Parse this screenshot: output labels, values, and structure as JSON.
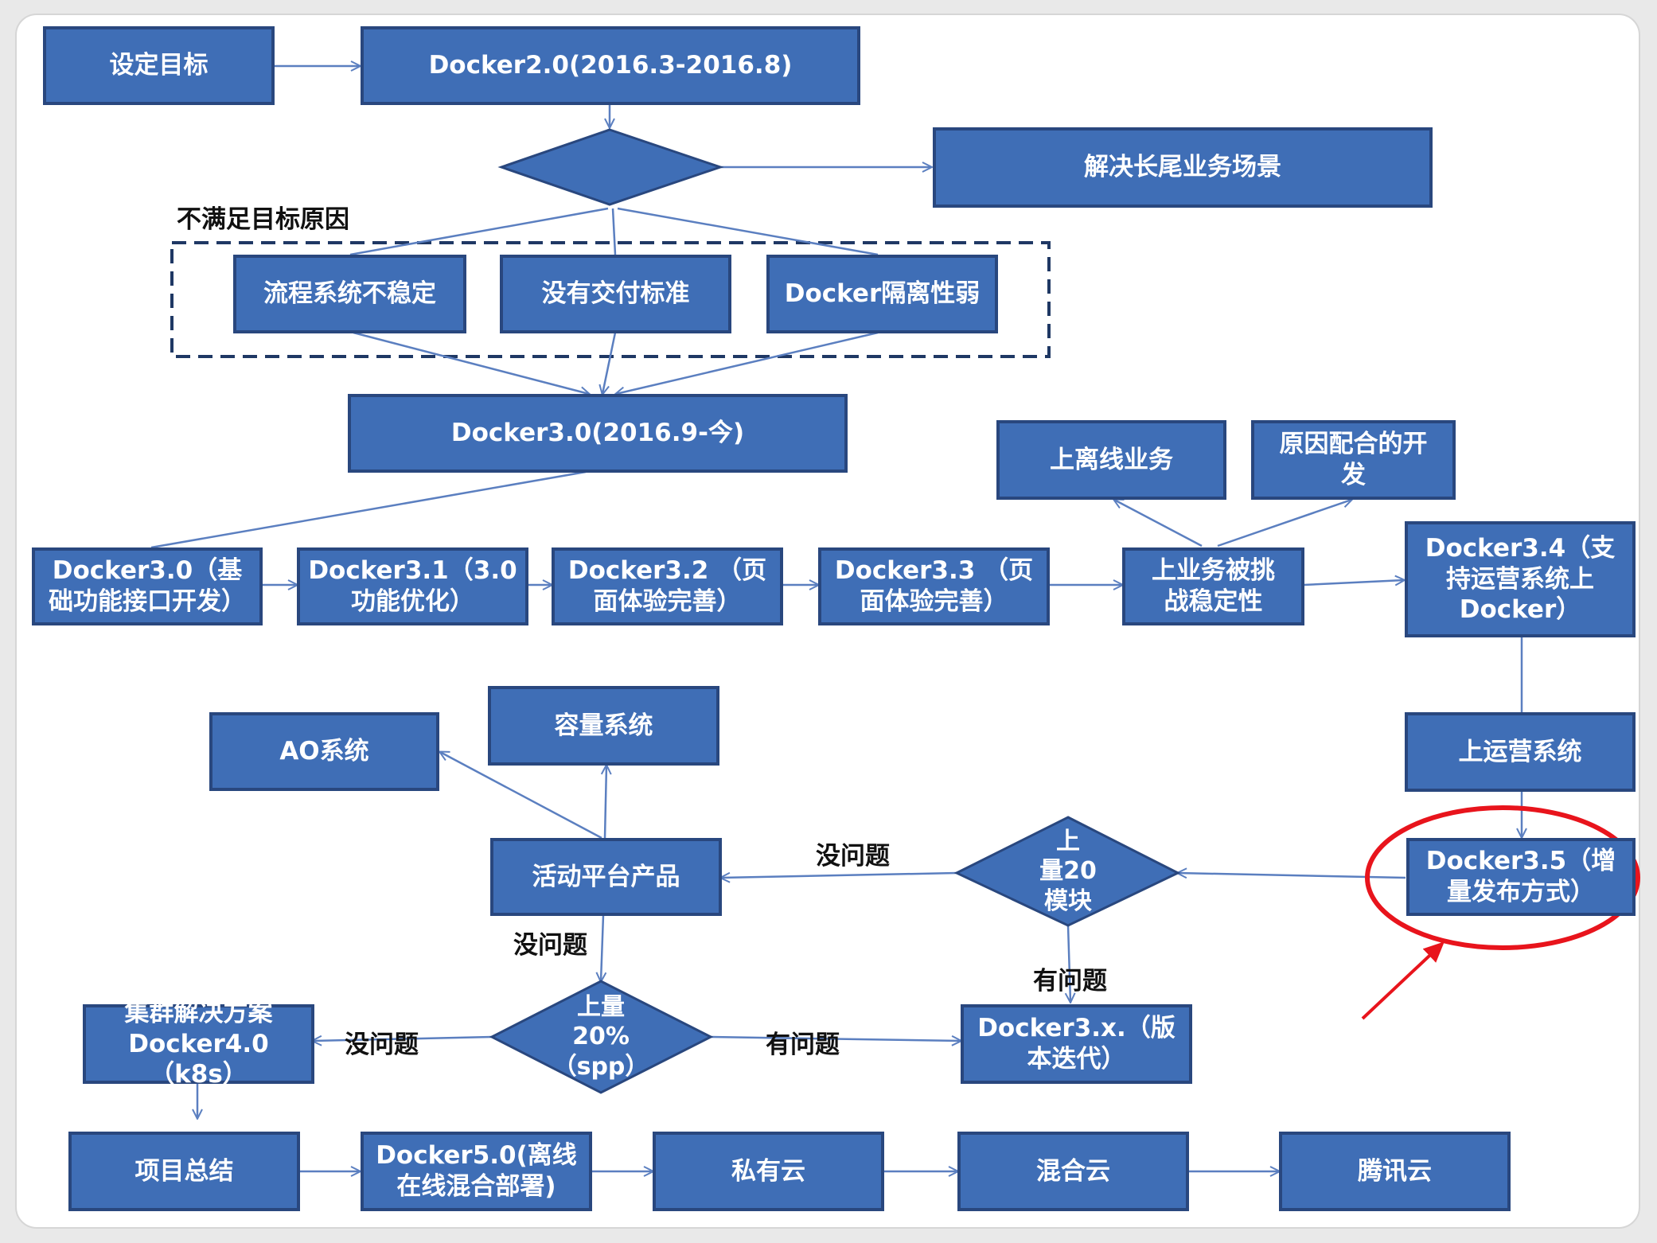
{
  "colors": {
    "box_fill": "#3f6eb6",
    "box_border": "#29477e",
    "arrow": "#5b7fc0",
    "highlight": "#e8141c",
    "dashed_border": "#1f3864"
  },
  "nodes": {
    "goal": "设定目标",
    "docker20": "Docker2.0(2016.3-2016.8)",
    "longtail": "解决长尾业务场景",
    "reason1": "流程系统不稳定",
    "reason2": "没有交付标准",
    "reason3": "Docker隔离性弱",
    "docker30": "Docker3.0(2016.9-今)",
    "offline": "上离线业务",
    "reason_dev": "原因配合的开\n发",
    "d30base": "Docker3.0（基\n础功能接口开发）",
    "d31": "Docker3.1（3.0\n功能优化）",
    "d32": "Docker3.2 （页\n面体验完善）",
    "d33": "Docker3.3 （页\n面体验完善）",
    "challenge": "上业务被挑\n战稳定性",
    "d34": "Docker3.4（支\n持运营系统上\nDocker）",
    "ao": "AO系统",
    "capacity": "容量系统",
    "ops_sys": "上运营系统",
    "activity": "活动平台产品",
    "d35": "Docker3.5（增\n量发布方式）",
    "cluster": "集群解决方案\nDocker4.0（k8s）",
    "d3x": "Docker3.x.（版\n本迭代）",
    "summary": "项目总结",
    "d50": "Docker5.0(离线\n在线混合部署)",
    "private": "私有云",
    "hybrid": "混合云",
    "tencent": "腾讯云"
  },
  "decisions": {
    "top": "",
    "mod20": "上\n量20\n模块",
    "spp": "上量\n20%\n（spp）"
  },
  "labels": {
    "unmet_reason": "不满足目标原因",
    "no_problem_1": "没问题",
    "no_problem_2": "没问题",
    "no_problem_3": "没问题",
    "has_problem_1": "有问题",
    "has_problem_2": "有问题"
  }
}
